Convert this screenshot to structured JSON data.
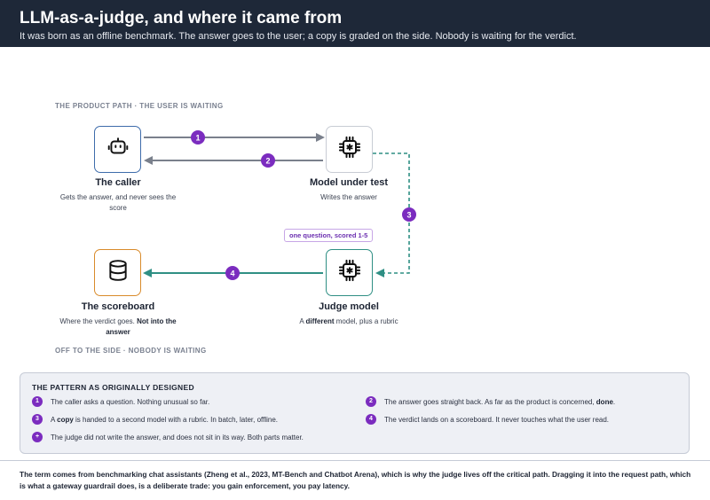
{
  "header": {
    "title": "LLM-as-a-judge, and where it came from",
    "subtitle": "It was born as an offline benchmark. The answer goes to the user; a copy is graded on the side. Nobody is waiting for the verdict."
  },
  "diagram": {
    "product_path_caption": "THE PRODUCT PATH · THE USER IS WAITING",
    "side_caption": "OFF TO THE SIDE · NOBODY IS WAITING",
    "nodes": {
      "caller": {
        "title": "The caller",
        "subtitle": "Gets the answer, and never sees the score",
        "icon": "robot-icon"
      },
      "model_under_test": {
        "title": "Model under test",
        "subtitle": "Writes the answer",
        "icon": "chip-icon"
      },
      "judge": {
        "title": "Judge model",
        "subtitle_pre": "A ",
        "subtitle_bold": "different",
        "subtitle_post": " model, plus a rubric",
        "icon": "chip-icon"
      },
      "scoreboard": {
        "title": "The scoreboard",
        "subtitle_pre": "Where the verdict goes. ",
        "subtitle_bold": "Not into the answer",
        "icon": "database-icon"
      }
    },
    "judge_tag": "one question, scored 1-5",
    "edges": [
      {
        "from": "caller",
        "to": "model_under_test",
        "label": "1"
      },
      {
        "from": "model_under_test",
        "to": "caller",
        "label": "2"
      },
      {
        "from": "model_under_test",
        "to": "judge",
        "label": "3"
      },
      {
        "from": "judge",
        "to": "scoreboard",
        "label": "4"
      }
    ],
    "colors": {
      "accent_purple": "#7b2cbf",
      "teal": "#2f8f84",
      "gray_arrow": "#7a808c",
      "caller_blue": "#3e6cab",
      "score_orange": "#d98b2b"
    }
  },
  "pattern": {
    "title": "THE PATTERN AS ORIGINALLY DESIGNED",
    "steps": [
      {
        "badge": "1",
        "text": "The caller asks a question. Nothing unusual so far."
      },
      {
        "badge": "2",
        "pre": "The answer goes straight back. As far as the product is concerned, ",
        "bold": "done",
        "post": "."
      },
      {
        "badge": "3",
        "pre": "A ",
        "bold": "copy",
        "post": " is handed to a second model with a rubric. In batch, later, offline."
      },
      {
        "badge": "4",
        "text": "The verdict lands on a scoreboard. It never touches what the user read."
      },
      {
        "badge": "+",
        "text": "The judge did not write the answer, and does not sit in its way. Both parts matter."
      }
    ]
  },
  "footer": {
    "text": "The term comes from benchmarking chat assistants (Zheng et al., 2023, MT-Bench and Chatbot Arena), which is why the judge lives off the critical path. Dragging it into the request path, which is what a gateway guardrail does, is a deliberate trade: you gain enforcement, you pay latency."
  }
}
